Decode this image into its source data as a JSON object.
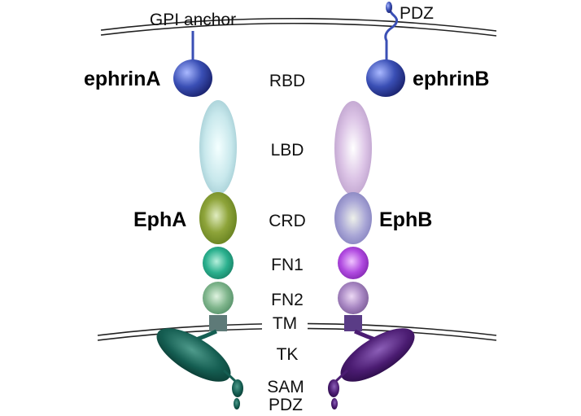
{
  "labels": {
    "gpi_anchor": "GPI anchor",
    "pdz_top": "PDZ",
    "ephrin_a": "ephrinA",
    "ephrin_b": "ephrinB",
    "eph_a": "EphA",
    "eph_b": "EphB"
  },
  "domains": {
    "rbd": "RBD",
    "lbd": "LBD",
    "crd": "CRD",
    "fn1": "FN1",
    "fn2": "FN2",
    "tm": "TM",
    "tk": "TK",
    "sam": "SAM",
    "pdz": "PDZ"
  },
  "colors": {
    "ephrin": "#3a4fb5",
    "epha_lbd": "#c8e8ec",
    "epha_crd": "#8ea43a",
    "epha_fn1": "#2bb08e",
    "epha_fn2": "#7fb58c",
    "epha_tm": "#5e7a78",
    "epha_tk": "#155e52",
    "ephb_lbd": "#dcc4e6",
    "ephb_crd": "#a9a6d6",
    "ephb_fn1": "#b04ae0",
    "ephb_fn2": "#a786c2",
    "ephb_tm": "#5a3c86",
    "ephb_tk": "#4b1c72",
    "membrane": "#222222"
  }
}
